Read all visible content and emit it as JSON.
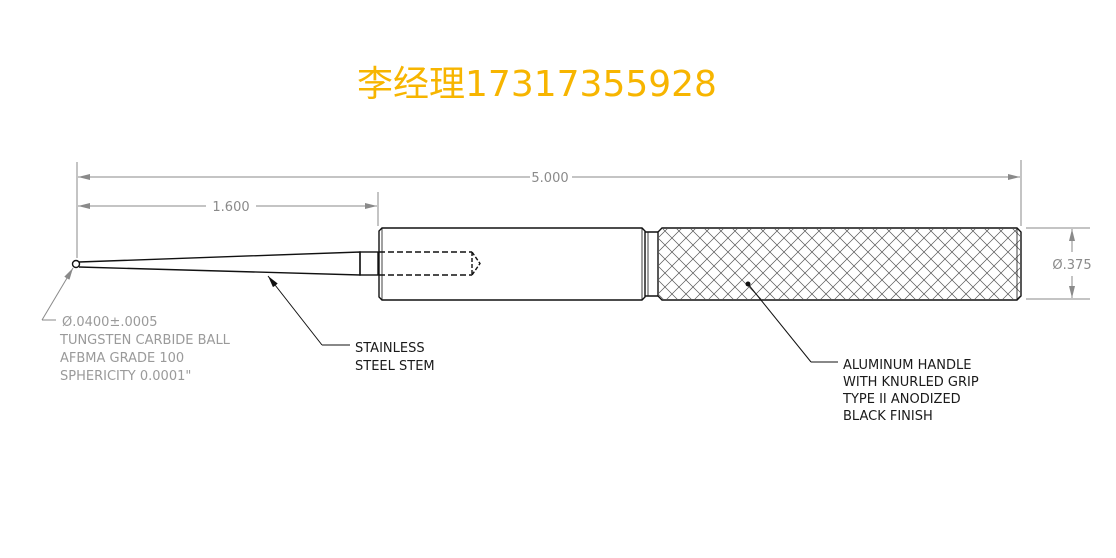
{
  "watermark": "李经理17317355928",
  "dimensions": {
    "overall_length": "5.000",
    "stem_length": "1.600",
    "handle_diameter": "Ø.375"
  },
  "callouts": {
    "ball": [
      "Ø.0400±.0005",
      "TUNGSTEN CARBIDE BALL",
      "AFBMA GRADE 100",
      "SPHERICITY 0.0001\""
    ],
    "stem": [
      "STAINLESS",
      "STEEL STEM"
    ],
    "handle": [
      "ALUMINUM HANDLE",
      "WITH KNURLED GRIP",
      "TYPE II ANODIZED",
      "BLACK FINISH"
    ]
  },
  "colors": {
    "watermark": "#f7b500",
    "dimension": "#8a8a8a",
    "outline": "#111111"
  }
}
